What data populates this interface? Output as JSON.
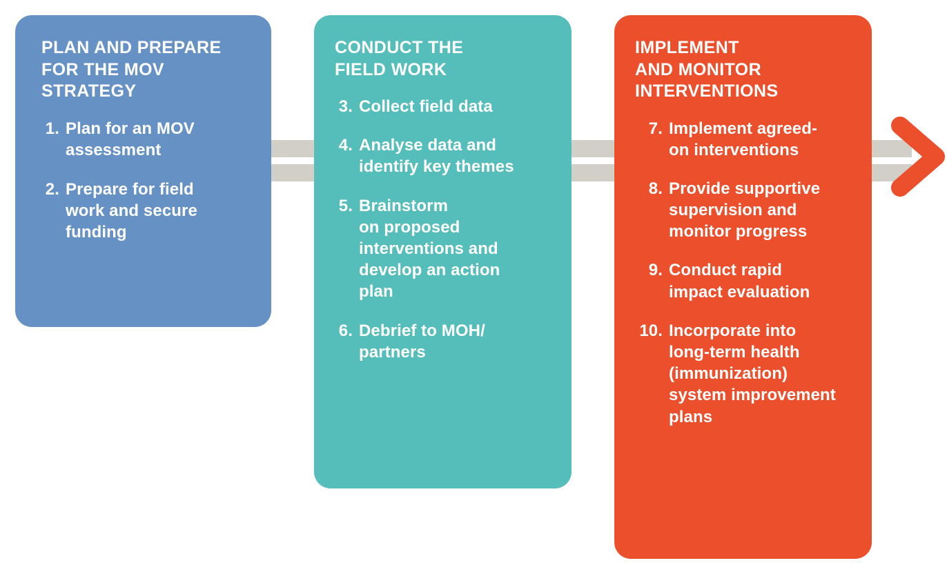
{
  "diagram": {
    "title": "MOV strategy three-phase process flow",
    "colors": {
      "phase1": "#6691c4",
      "phase2": "#55bdba",
      "phase3": "#eb4f2b",
      "connector": "#d2cfc9",
      "text": "#ffffff",
      "background": "#ffffff"
    },
    "phases": [
      {
        "id": "plan-and-prepare",
        "heading": "PLAN AND PREPARE\nFOR THE MOV\nSTRATEGY",
        "color": "#6691c4",
        "steps": [
          {
            "number": "1.",
            "text": "Plan for an MOV\nassessment"
          },
          {
            "number": "2.",
            "text": "Prepare for field\nwork and secure\nfunding"
          }
        ]
      },
      {
        "id": "conduct-the-field-work",
        "heading": "CONDUCT THE\nFIELD WORK",
        "color": "#55bdba",
        "steps": [
          {
            "number": "3.",
            "text": "Collect field data"
          },
          {
            "number": "4.",
            "text": "Analyse data and\nidentify key themes"
          },
          {
            "number": "5.",
            "text": "Brainstorm\non proposed\ninterventions  and\ndevelop an action\nplan"
          },
          {
            "number": "6.",
            "text": "Debrief to MOH/\npartners"
          }
        ]
      },
      {
        "id": "implement-and-monitor",
        "heading": "IMPLEMENT\nAND MONITOR\nINTERVENTIONS",
        "color": "#eb4f2b",
        "steps": [
          {
            "number": "7.",
            "text": "Implement agreed-\non interventions"
          },
          {
            "number": "8.",
            "text": "Provide supportive\nsupervision and\nmonitor progress"
          },
          {
            "number": "9.",
            "text": "Conduct rapid\nimpact evaluation"
          },
          {
            "number": "10.",
            "text": "Incorporate into\nlong-term  health\n(immunization)\nsystem improvement\nplans"
          }
        ]
      }
    ],
    "connectors": [
      {
        "id": "connector-1",
        "from": "plan-and-prepare",
        "to": "conduct-the-field-work"
      },
      {
        "id": "connector-2",
        "from": "conduct-the-field-work",
        "to": "implement-and-monitor"
      },
      {
        "id": "connector-3",
        "from": "implement-and-monitor",
        "to": "arrow-right"
      }
    ],
    "arrow": {
      "id": "arrow-right-icon",
      "direction": "right",
      "color": "#eb4f2b"
    }
  }
}
